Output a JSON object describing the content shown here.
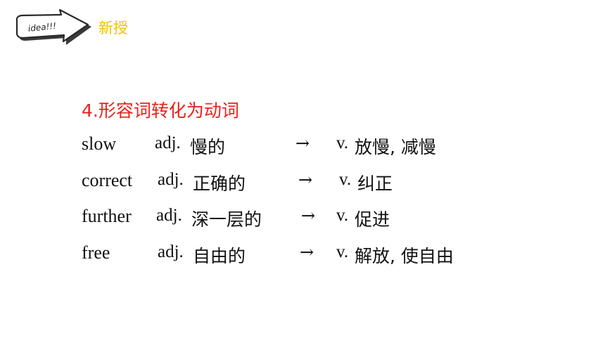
{
  "header": {
    "badge_text": "idea!!!",
    "section_label": "新授"
  },
  "lesson": {
    "heading": "4.形容词转化为动词",
    "rows": [
      {
        "word": "slow",
        "pos": "adj.",
        "meaning": "慢的",
        "arrow": "→",
        "verb_pos": "v.",
        "verb_meaning": "放慢, 减慢"
      },
      {
        "word": "correct",
        "pos": "adj.",
        "meaning": "正确的",
        "arrow": "→",
        "verb_pos": "v.",
        "verb_meaning": "纠正"
      },
      {
        "word": "further",
        "pos": "adj.",
        "meaning": "深一层的",
        "arrow": "→",
        "verb_pos": "v.",
        "verb_meaning": "促进"
      },
      {
        "word": "free",
        "pos": "adj.",
        "meaning": "自由的",
        "arrow": "→",
        "verb_pos": "v.",
        "verb_meaning": "解放, 使自由"
      }
    ]
  },
  "colors": {
    "heading": "#e8221b",
    "section_label": "#f2c200",
    "text": "#111111"
  }
}
